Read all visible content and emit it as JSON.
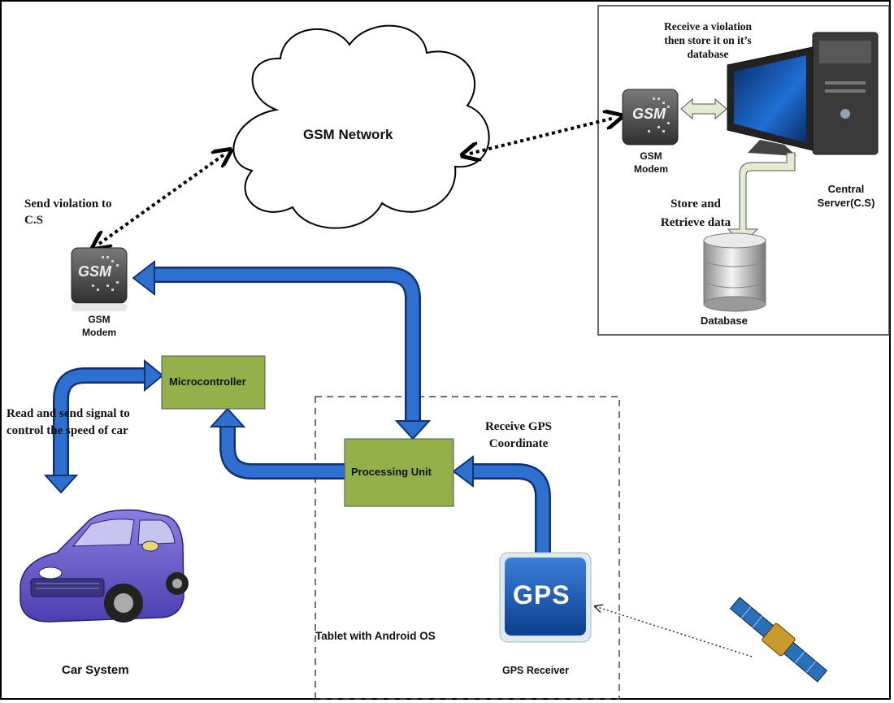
{
  "cloud": {
    "label": "GSM Network"
  },
  "server_panel": {
    "receive_label": "Receive a violation then store it on it’s database",
    "gsm_icon_text": "GSM",
    "gsm_modem_label": "GSM Modem",
    "store_label": "Store and Retrieve data",
    "server_label": "Central Server(C.S)",
    "database_label": "Database"
  },
  "left_modem": {
    "send_label": "Send violation to C.S",
    "gsm_icon_text": "GSM",
    "modem_label": "GSM Modem"
  },
  "microcontroller": {
    "label": "Microcontroller"
  },
  "read_send_label": "Read and send signal to control the speed of car",
  "car": {
    "label": "Car System"
  },
  "tablet": {
    "label": "Tablet with Android OS",
    "processing_label": "Processing Unit",
    "receive_gps_label": "Receive GPS Coordinate",
    "gps_icon_text": "GPS",
    "gps_receiver_label": "GPS Receiver"
  },
  "colors": {
    "arrow_blue": "#2f6fd0",
    "box_green": "#93b04a",
    "panel_border": "#333333"
  }
}
